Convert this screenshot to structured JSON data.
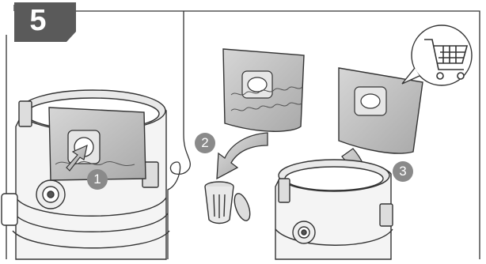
{
  "figure": {
    "step_number": "5",
    "callouts": [
      "1",
      "2",
      "3"
    ],
    "colors": {
      "badge": "#5a5a5a",
      "callout": "#8a8a8a",
      "line": "#333333",
      "bag_fill": "#c9c9c9",
      "arrow_fill": "#b5b5b5"
    },
    "icons": [
      "shopping-cart-icon",
      "trash-bin-icon",
      "arrow-icon",
      "dust-bag-icon",
      "vacuum-container-icon"
    ]
  }
}
